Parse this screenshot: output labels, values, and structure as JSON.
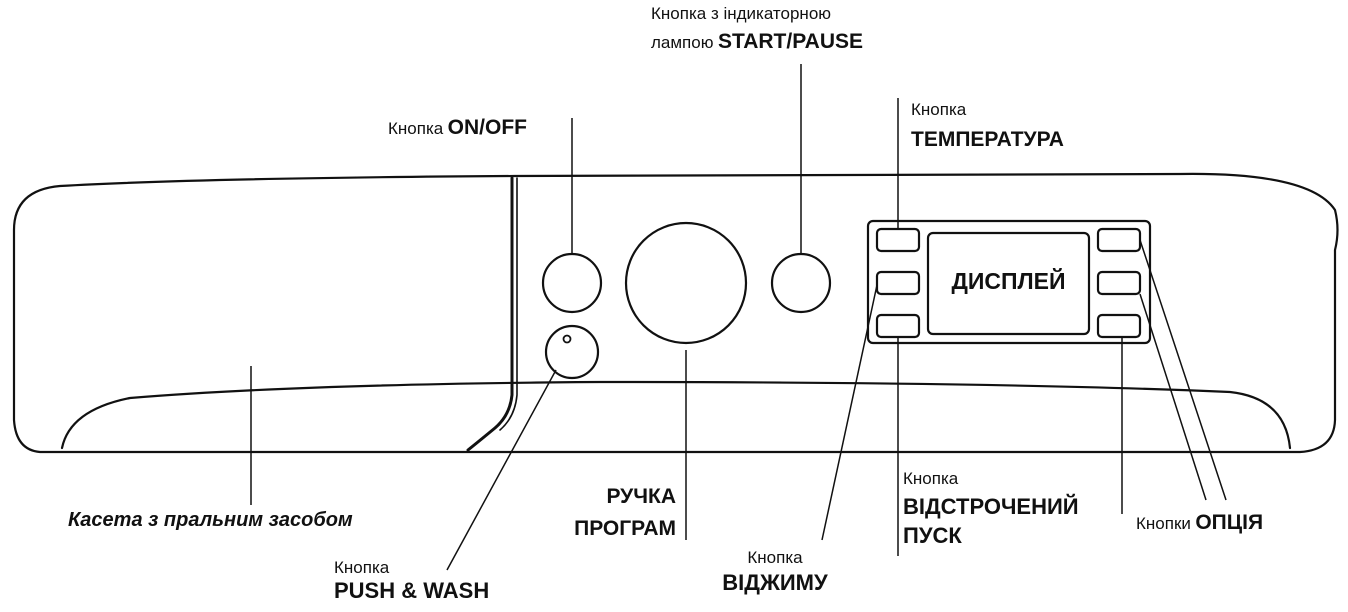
{
  "labels": {
    "start_pause": {
      "prefix_line1": "Кнопка з індикаторною",
      "prefix_line2": "лампою",
      "name": "START/PAUSE"
    },
    "on_off": {
      "prefix": "Кнопка",
      "name": "ON/OFF"
    },
    "temperature": {
      "prefix": "Кнопка",
      "name": "ТЕМПЕРАТУРА"
    },
    "display": "ДИСПЛЕЙ",
    "detergent": "Касета з пральним засобом",
    "push_wash": {
      "prefix": "Кнопка",
      "name": "PUSH & WASH"
    },
    "program_knob": {
      "line1": "РУЧКА",
      "line2": "ПРОГРАМ"
    },
    "spin": {
      "prefix": "Кнопка",
      "name": "ВІДЖИМУ"
    },
    "delay_start": {
      "prefix": "Кнопка",
      "line1": "ВІДСТРОЧЕНИЙ",
      "line2": "ПУСК"
    },
    "option": {
      "prefix": "Кнопки",
      "name": "ОПЦІЯ"
    }
  },
  "colors": {
    "stroke": "#111111",
    "background": "#ffffff",
    "text": "#111111"
  }
}
